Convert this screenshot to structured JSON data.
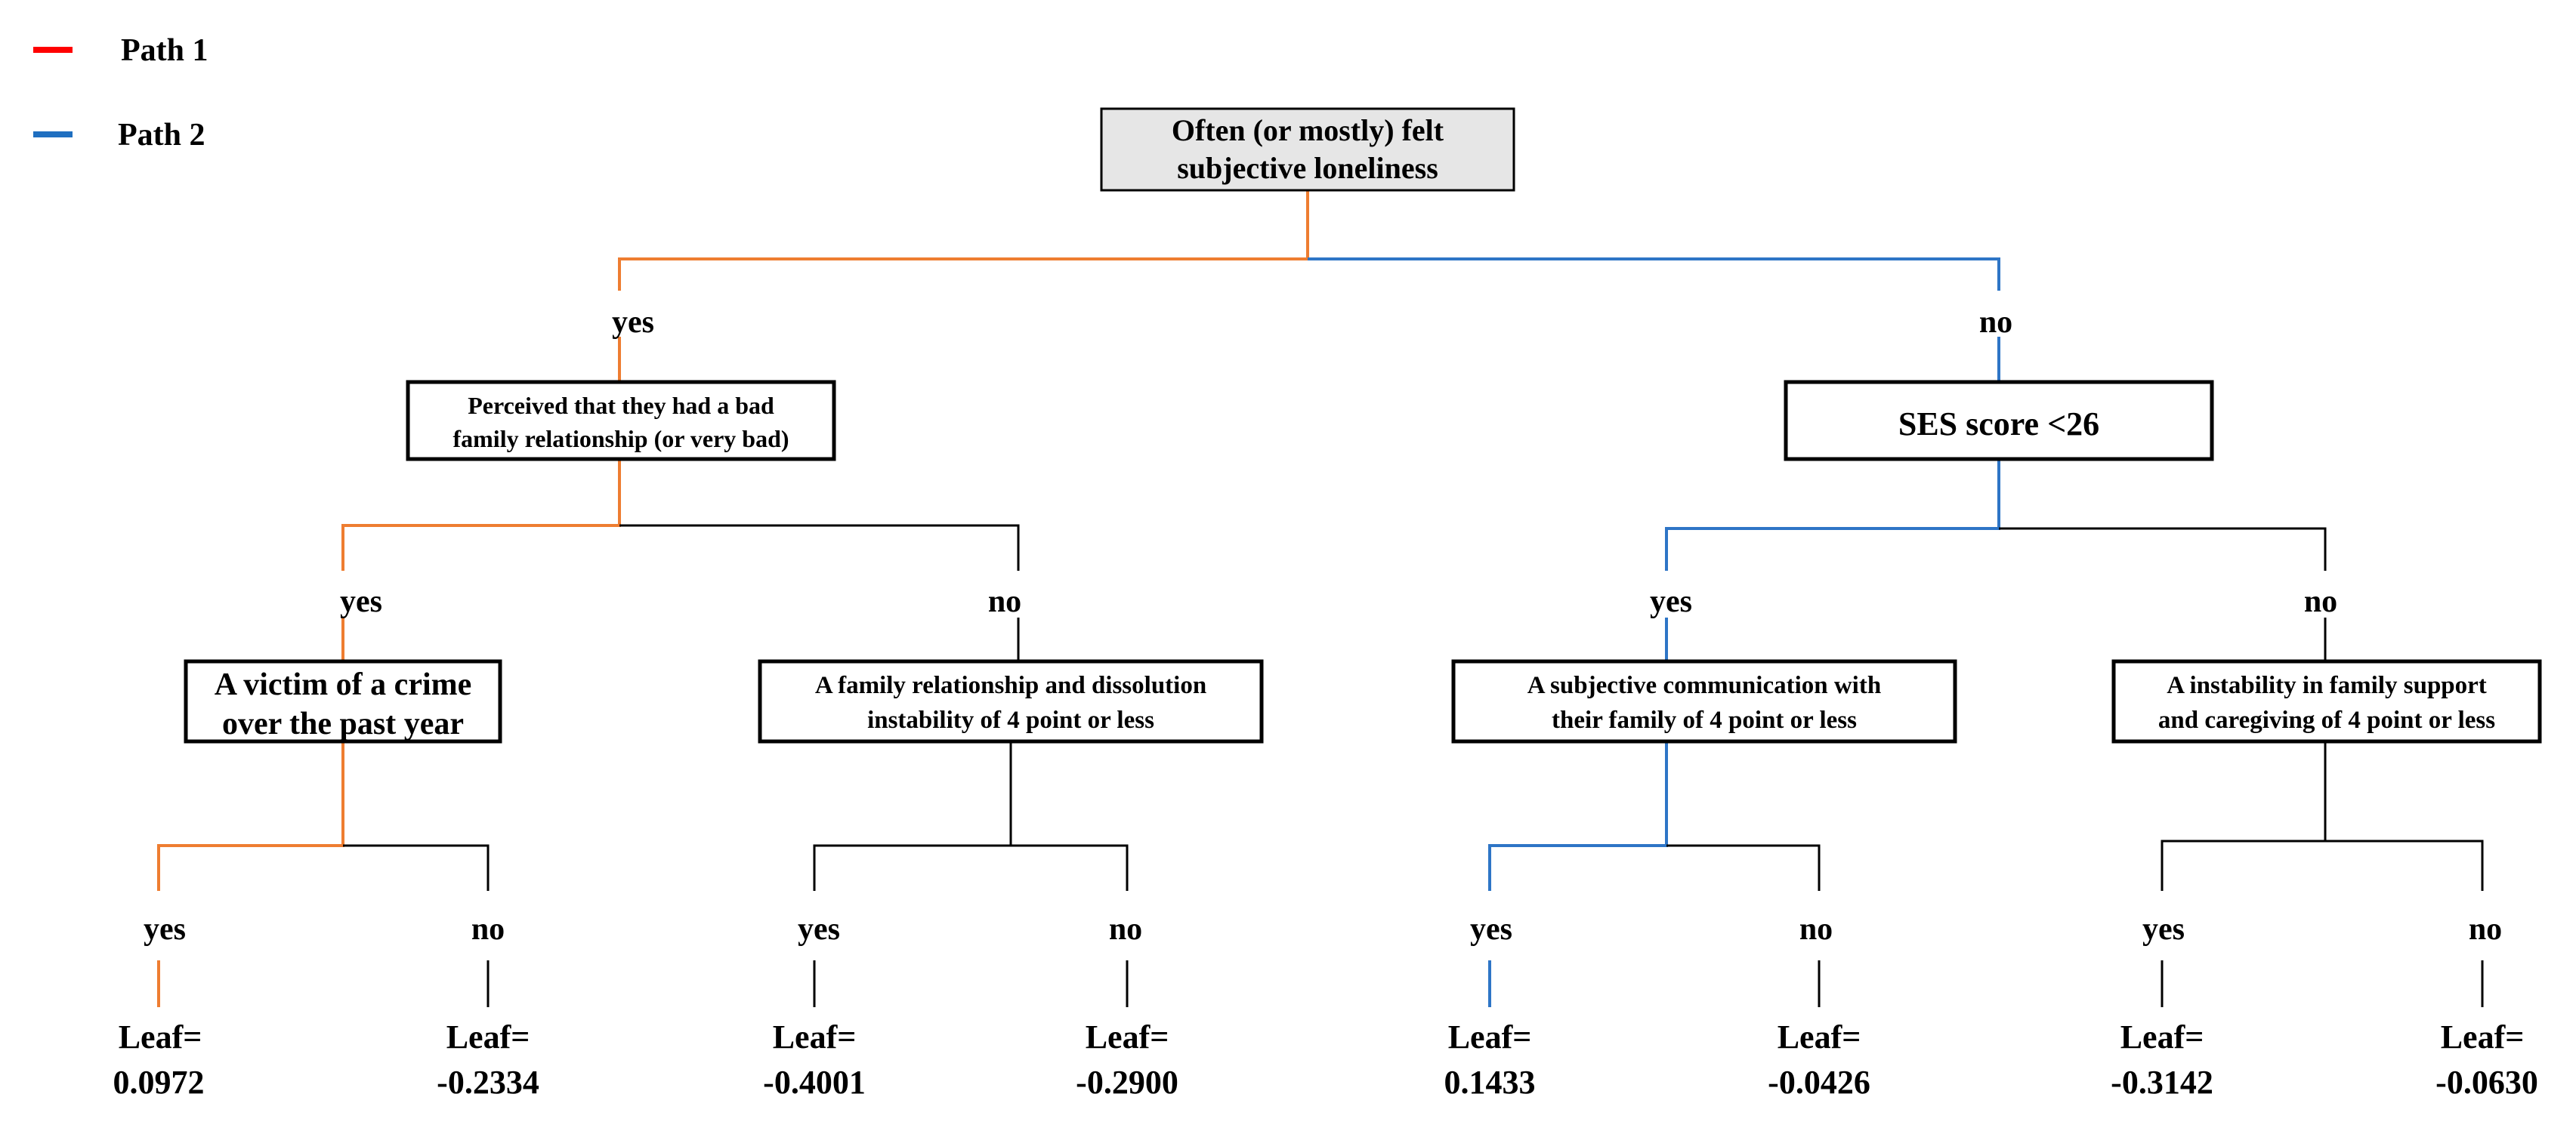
{
  "legend": {
    "items": [
      {
        "label": "Path 1",
        "color": "#ff0000"
      },
      {
        "label": "Path 2",
        "color": "#1f6fc0"
      }
    ]
  },
  "colors": {
    "path_orange": "#ee7d31",
    "path_blue": "#2e75c6",
    "default_edge": "#000000",
    "root_fill": "#e6e6e6"
  },
  "tree": {
    "root": {
      "lines": [
        "Often (or mostly) felt",
        "subjective loneliness"
      ]
    },
    "left": {
      "branch": "yes",
      "lines": [
        "Perceived that they had a bad",
        "family relationship (or very bad)"
      ],
      "left": {
        "branch": "yes",
        "lines": [
          "A victim of a crime",
          "over the past year"
        ],
        "leaves": [
          {
            "branch": "yes",
            "leaf_label": "Leaf=",
            "value": "0.0972"
          },
          {
            "branch": "no",
            "leaf_label": "Leaf=",
            "value": "-0.2334"
          }
        ]
      },
      "right": {
        "branch": "no",
        "lines": [
          "A family relationship and dissolution",
          "instability of 4 point or less"
        ],
        "leaves": [
          {
            "branch": "yes",
            "leaf_label": "Leaf=",
            "value": "-0.4001"
          },
          {
            "branch": "no",
            "leaf_label": "Leaf=",
            "value": "-0.2900"
          }
        ]
      }
    },
    "right": {
      "branch": "no",
      "lines": [
        "SES score <26"
      ],
      "left": {
        "branch": "yes",
        "lines": [
          "A subjective communication with",
          "their family of 4 point or less"
        ],
        "leaves": [
          {
            "branch": "yes",
            "leaf_label": "Leaf=",
            "value": "0.1433"
          },
          {
            "branch": "no",
            "leaf_label": "Leaf=",
            "value": "-0.0426"
          }
        ]
      },
      "right": {
        "branch": "no",
        "lines": [
          "A instability in family support",
          "and caregiving  of 4 point or less"
        ],
        "leaves": [
          {
            "branch": "yes",
            "leaf_label": "Leaf=",
            "value": "-0.3142"
          },
          {
            "branch": "no",
            "leaf_label": "Leaf=",
            "value": "-0.0630"
          }
        ]
      }
    }
  }
}
